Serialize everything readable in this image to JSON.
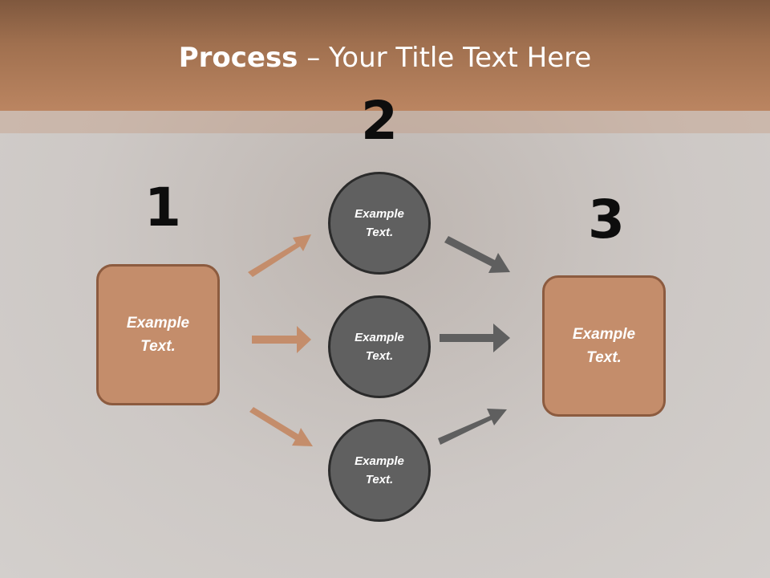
{
  "title": {
    "bold": "Process",
    "rest": " – Your Title Text Here"
  },
  "steps": [
    {
      "number": "1",
      "text_line1": "Example",
      "text_line2": "Text."
    },
    {
      "number": "2"
    },
    {
      "number": "3",
      "text_line1": "Example",
      "text_line2": "Text."
    }
  ],
  "circles": [
    {
      "text_line1": "Example",
      "text_line2": "Text."
    },
    {
      "text_line1": "Example",
      "text_line2": "Text."
    },
    {
      "text_line1": "Example",
      "text_line2": "Text."
    }
  ],
  "colors": {
    "accent": "#c48d6b",
    "accent_dark": "#8c5b3f",
    "circle_fill": "#606060",
    "arrow_left": "#c48d6b",
    "arrow_right": "#5f5f5f"
  }
}
